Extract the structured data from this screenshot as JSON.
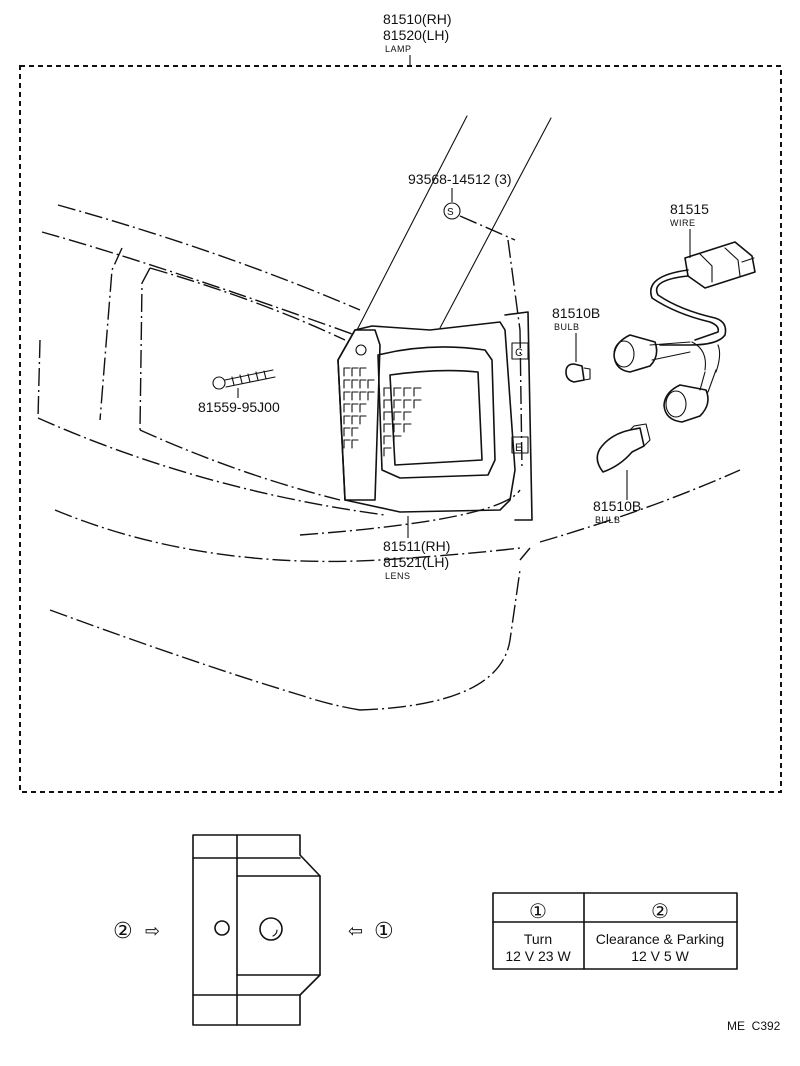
{
  "lamp": {
    "part_rh": "81510(RH)",
    "part_lh": "81520(LH)",
    "name": "LAMP"
  },
  "screw_top": {
    "part": "93568-14512 (3)",
    "symbol": "S"
  },
  "wire": {
    "part": "81515",
    "name": "WIRE"
  },
  "bulb_small": {
    "part": "81510B",
    "name": "BULB"
  },
  "bulb_large": {
    "part": "81510B",
    "name": "BULB"
  },
  "screw_side": {
    "part": "81559-95J00"
  },
  "lens": {
    "part_rh": "81511(RH)",
    "part_lh": "81521(LH)",
    "name": "LENS"
  },
  "lens_marks": {
    "upper": "C",
    "lower": "E"
  },
  "view": {
    "left_marker": "②",
    "right_marker": "①",
    "left_arrow": "⇨",
    "right_arrow": "⇦"
  },
  "bulb_table": {
    "headers": [
      "①",
      "②"
    ],
    "rows": [
      [
        "Turn",
        "Clearance & Parking"
      ],
      [
        "12 V 23 W",
        "12 V 5 W"
      ]
    ]
  },
  "page_code": "ME  C392"
}
